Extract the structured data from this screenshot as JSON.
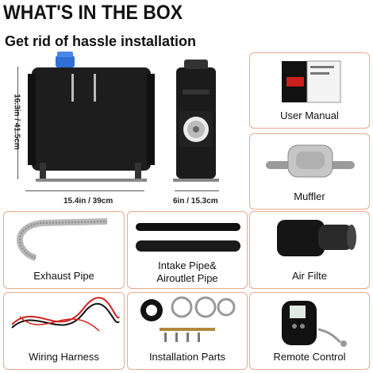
{
  "title": "WHAT'S IN THE BOX",
  "subtitle": "Get rid of hassle installation",
  "dimensions": {
    "height": "16.3in / 41.5cm",
    "width": "15.4in / 39cm",
    "depth": "6in / 15.3cm"
  },
  "items": {
    "user_manual": "User Manual",
    "muffler": "Muffler",
    "exhaust_pipe": "Exhaust Pipe",
    "intake_pipe_line1": "Intake Pipe&",
    "intake_pipe_line2": "Airoutlet Pipe",
    "air_filter": "Air Filte",
    "wiring_harness": "Wiring Harness",
    "installation_parts": "Installation Parts",
    "remote_control": "Remote Control"
  },
  "colors": {
    "card_border": "#e8a98f",
    "heater_body": "#1a1a1a",
    "cap_blue": "#2f6fd6",
    "wire_red": "#d42020"
  }
}
